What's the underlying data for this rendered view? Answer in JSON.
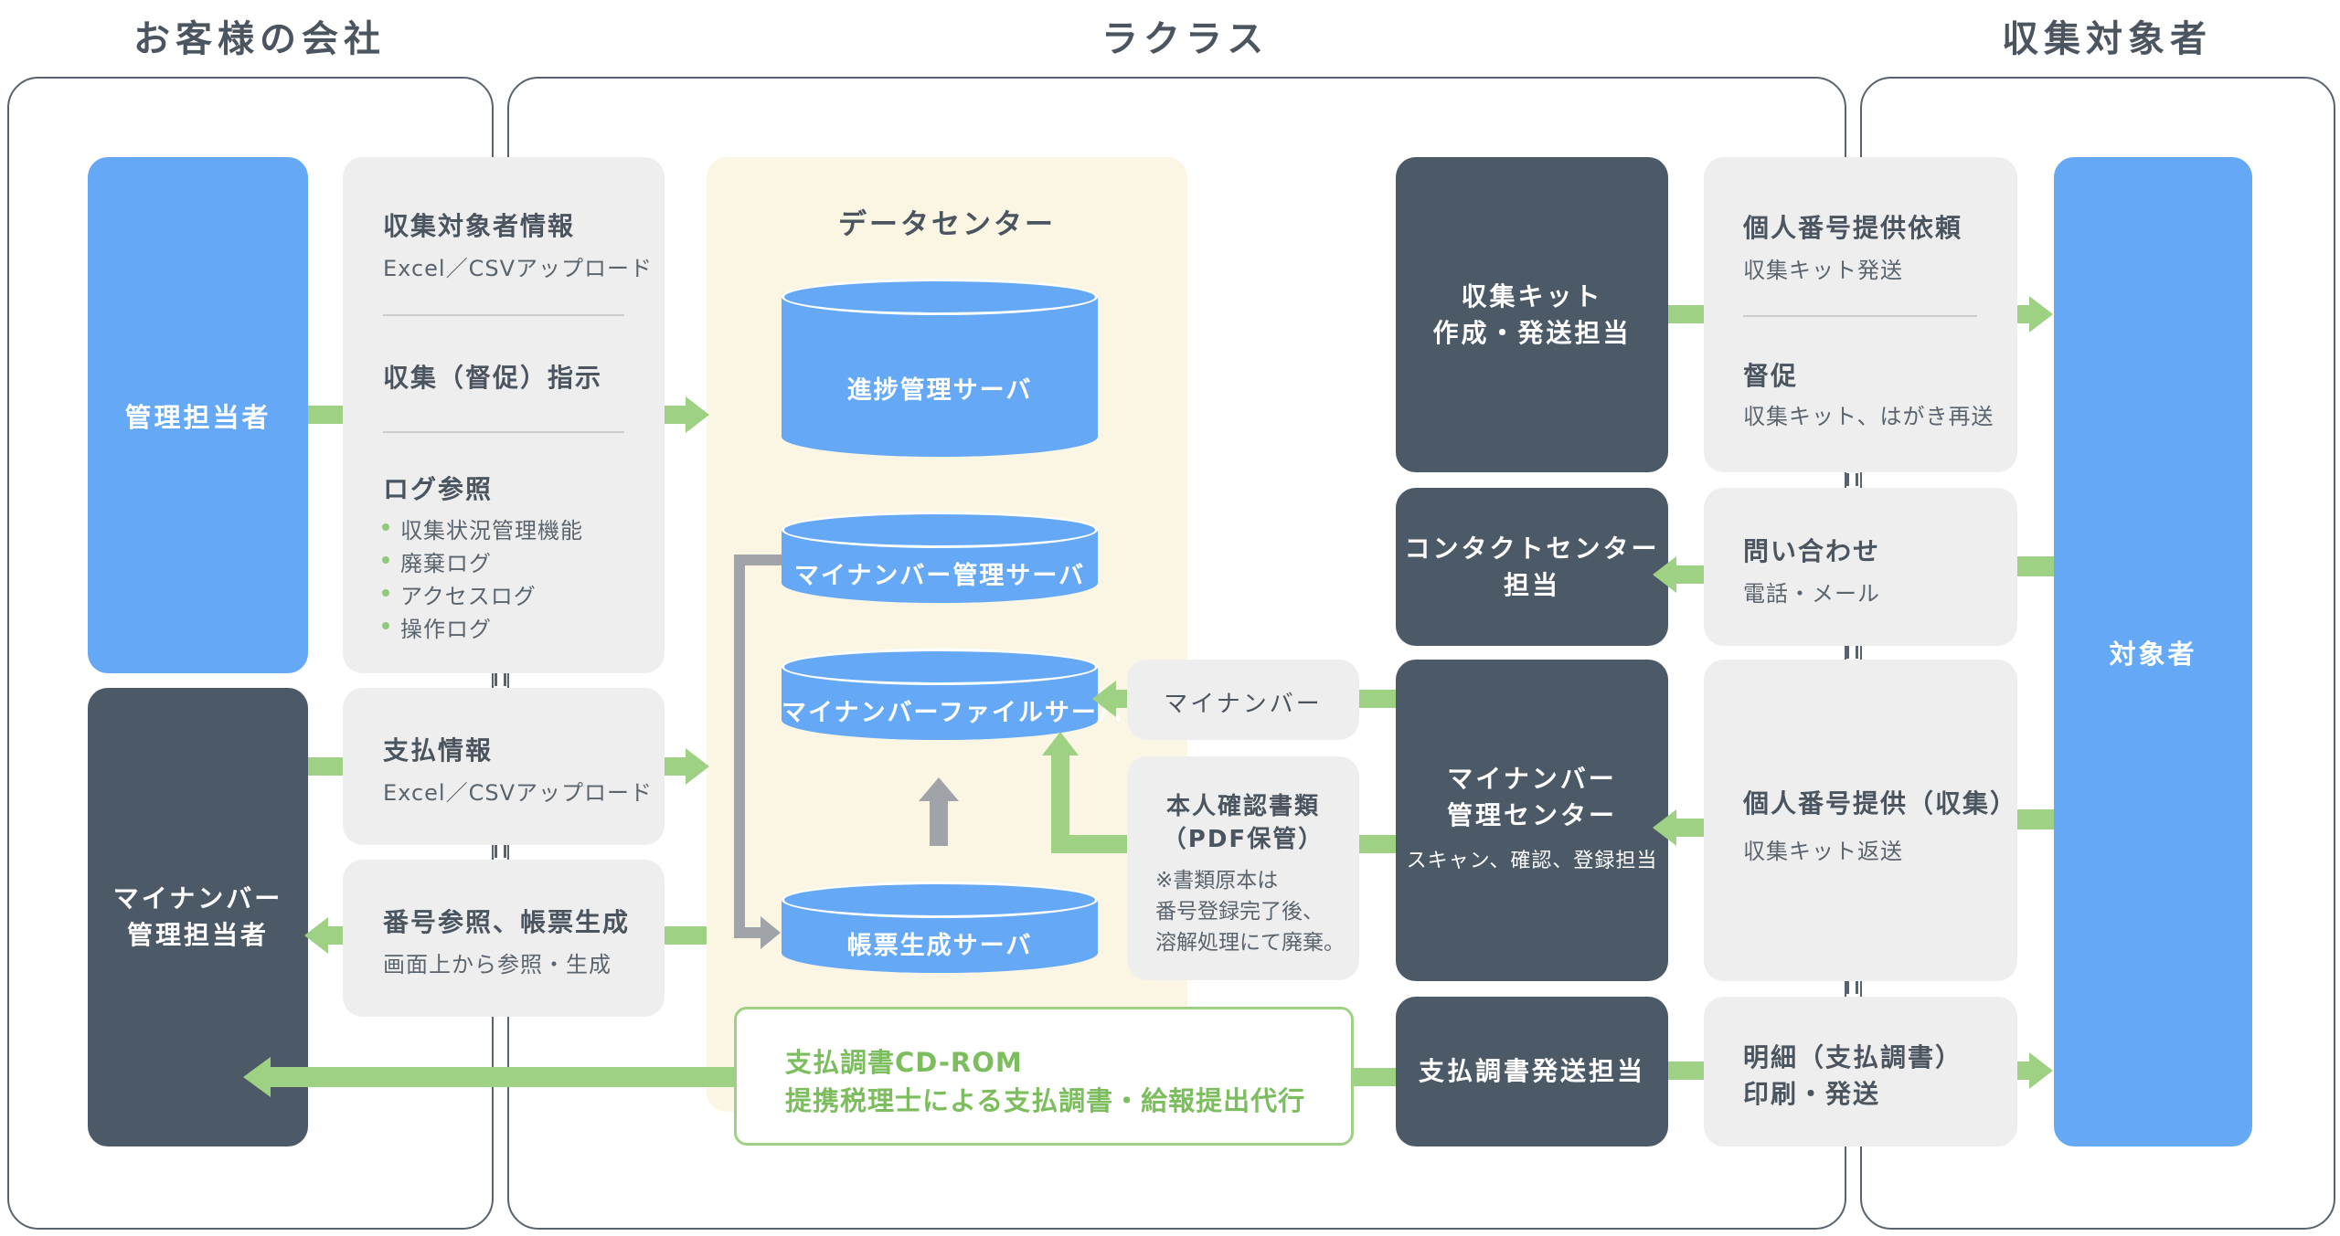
{
  "columns": {
    "customer": "お客様の会社",
    "rakuras": "ラクラス",
    "target": "収集対象者"
  },
  "customer": {
    "admin": "管理担当者",
    "mynumber_admin_line1": "マイナンバー",
    "mynumber_admin_line2": "管理担当者",
    "panel_info": {
      "title1": "収集対象者情報",
      "sub1": "Excel／CSVアップロード",
      "title2": "収集（督促）指示",
      "title3": "ログ参照",
      "bullets": [
        "収集状況管理機能",
        "廃棄ログ",
        "アクセスログ",
        "操作ログ"
      ]
    },
    "panel_payment": {
      "title": "支払情報",
      "sub": "Excel／CSVアップロード"
    },
    "panel_ref": {
      "title": "番号参照、帳票生成",
      "sub": "画面上から参照・生成"
    }
  },
  "datacenter": {
    "title": "データセンター",
    "servers": [
      "進捗管理サーバ",
      "マイナンバー管理サーバ",
      "マイナンバーファイルサーバ",
      "帳票生成サーバ"
    ]
  },
  "cdrom": {
    "line1": "支払調書CD-ROM",
    "line2": "提携税理士による支払調書・給報提出代行"
  },
  "mid_panels": {
    "mynumber": "マイナンバー",
    "docs_title1": "本人確認書類",
    "docs_title2": "（PDF保管）",
    "docs_note1": "※書類原本は",
    "docs_note2": "番号登録完了後、",
    "docs_note3": "溶解処理にて廃棄。"
  },
  "centers": {
    "kit_line1": "収集キット",
    "kit_line2": "作成・発送担当",
    "contact_line1": "コンタクトセンター",
    "contact_line2": "担当",
    "mnc_line1": "マイナンバー",
    "mnc_line2": "管理センター",
    "mnc_sub": "スキャン、確認、登録担当",
    "payment_send": "支払調書発送担当"
  },
  "right_panels": {
    "request_title": "個人番号提供依頼",
    "request_sub": "収集キット発送",
    "remind_title": "督促",
    "remind_sub": "収集キット、はがき再送",
    "inquiry_title": "問い合わせ",
    "inquiry_sub": "電話・メール",
    "provide_title": "個人番号提供（収集）",
    "provide_sub": "収集キット返送",
    "detail_line1": "明細（支払調書）",
    "detail_line2": "印刷・発送"
  },
  "target": {
    "label": "対象者"
  },
  "colors": {
    "blue": "#65a9f6",
    "dark": "#4c5966",
    "green": "#9ed184",
    "panel": "#eeeeee",
    "datacenter": "#fbf6e3"
  }
}
